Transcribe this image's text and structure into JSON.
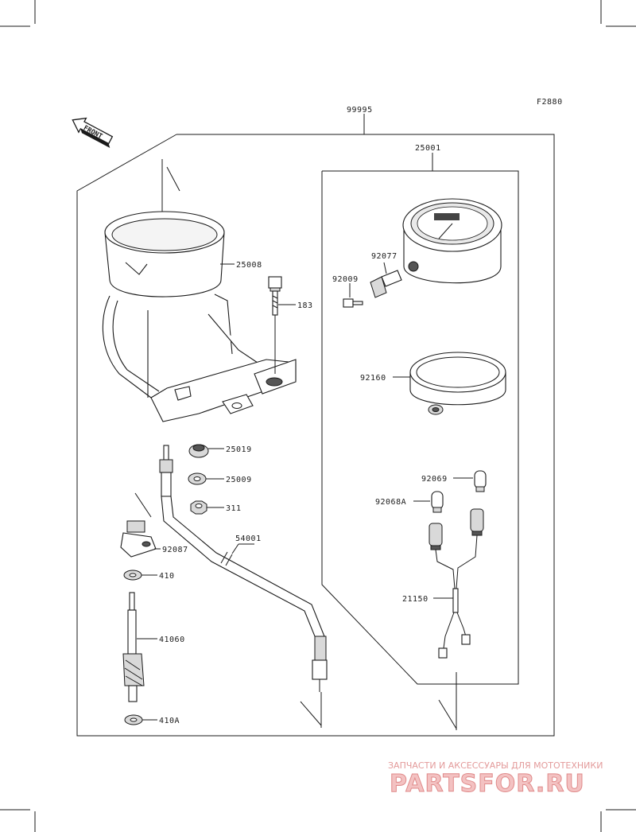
{
  "page_code": "F2880",
  "front_label": "FRONT",
  "labels": {
    "assembly": "99995",
    "meter_assy": "25001",
    "bracket": "25008",
    "bolt": "183",
    "grommet_25019": "25019",
    "grommet_25009": "25009",
    "nut": "311",
    "cable": "54001",
    "housing": "92087",
    "washer_410": "410",
    "gear": "41060",
    "washer_410a": "410A",
    "knob": "92077",
    "screw": "92009",
    "ring": "92160",
    "bulb_92069": "92069",
    "bulb_92068a": "92068A",
    "harness": "21150"
  },
  "watermark": {
    "tagline": "ЗАПЧАСТИ И АКСЕССУАРЫ ДЛЯ МОТОТЕХНИКИ",
    "brand": "PARTSFOR.RU"
  }
}
